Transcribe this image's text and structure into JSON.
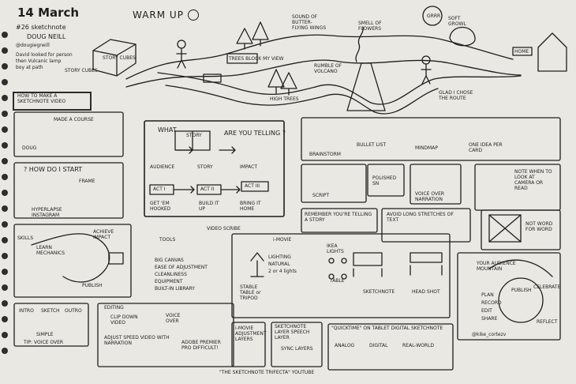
{
  "header": {
    "date": "14 March",
    "title": "WARM UP",
    "sketchnote_no": "#26 sketchnote",
    "author": "DOUG NEILL",
    "handle": "@dougiegneill",
    "story_cubes_caption": [
      "David looked for person",
      "then Vulcanic lamp",
      "boy at path",
      "STORY CUBES"
    ],
    "story_cubes_label": "STORY CUBES"
  },
  "warmup_scene": {
    "trees_block": "TREES BLOCK MY VIEW",
    "sound_butterflies": "SOUND OF BUTTER-FLYING WINGS",
    "smell_flowers": "SMELL OF FLOWERS",
    "grrr": "GRRR",
    "soft_growl": "SOFT GROWL",
    "home_sign": "HOME",
    "rumble": "RUMBLE OF VOLCANO",
    "high_trees": "HIGH TREES",
    "glad": "GLAD I CHOSE THE ROUTE"
  },
  "howto": {
    "title": "HOW TO MAKE A SKETCHNOTE VIDEO",
    "make_course": "MADE A COURSE",
    "doug": "DOUG",
    "how_start": "? HOW DO I START",
    "frame": "FRAME",
    "hyperlapse": "HYPERLAPSE INSTAGRAM"
  },
  "story": {
    "what": "WHAT",
    "story": "STORY",
    "are_you_telling": "ARE YOU TELLING ?",
    "audience": "AUDIENCE",
    "story_label": "STORY",
    "impact": "IMPACT",
    "act1": "ACT I",
    "act2": "ACT II",
    "act3": "ACT III",
    "get_hooked": "GET 'EM HOOKED",
    "build_up": "BUILD IT UP",
    "bring_home": "BRING IT HOME"
  },
  "methods": {
    "brainstorm": "BRAINSTORM",
    "bullet_list": "BULLET LIST",
    "mindmap": "MINDMAP",
    "one_idea": "ONE IDEA PER CARD",
    "script": "SCRIPT",
    "polished": "POLISHED SN",
    "voice_over": "VOICE OVER NARRATION",
    "note_when": "NOTE WHEN TO LOOK AT CAMERA OR READ",
    "remember": "REMEMBER YOU'RE TELLING A STORY",
    "avoid": "AVOID LONG STRETCHES OF TEXT",
    "not_word": "NOT WORD FOR WORD"
  },
  "skills": {
    "skills": "SKILLS",
    "learn": "LEARN MECHANICS",
    "achieve": "ACHIEVE IMPACT",
    "publish": "PUBLISH",
    "tools": "TOOLS",
    "video_scribe": "VIDEO SCRIBE",
    "list": [
      "BIG CANVAS",
      "EASE OF ADJUSTMENT",
      "CLEANLINESS",
      "EQUIPMENT",
      "BUILT-IN LIBRARY"
    ]
  },
  "imovie_setup": {
    "imovie": "i-MOVIE",
    "idea_lights": "IKEA LIGHTS",
    "lighting": [
      "LIGHTING",
      "NATURAL",
      "2 or 4 lights"
    ],
    "table": "TABLE",
    "stable": "STABLE TABLE or TRIPOD",
    "sketchnote": "SKETCHNOTE",
    "head_shot": "HEAD SHOT"
  },
  "audience_mountain": {
    "title": "YOUR AUDIENCE MOUNTAIN",
    "steps": [
      "PLAN",
      "RECORD",
      "EDIT",
      "SHARE"
    ],
    "publish": "PUBLISH",
    "celebrate": "CELEBRATE",
    "reflect": "REFLECT",
    "handle": "@kike_cortezv"
  },
  "bottom": {
    "intro": "INTRO",
    "sketch": "SKETCH",
    "outro": "OUTRO",
    "simple": "SIMPLE",
    "tip": "TIP: VOICE OVER",
    "editing": "EDITING",
    "clip_down": "CLIP DOWN VIDEO",
    "voice_over": "VOICE OVER",
    "adjust": "ADJUST SPEED VIDEO WITH NARRATION",
    "adobe": "ADOBE PREMIER PRO DIFFICULT!",
    "imovie_adjust": "i-MOVIE ADJUSTMENT LAYERS",
    "sketchnote_layer": "SKETCHNOTE LAYER SPEECH LAYER",
    "sync": "SYNC LAYERS",
    "quicktime": "\"QUICKTIME\" ON TABLET DIGITAL SKETCHNOTE",
    "analog": "ANALOG",
    "digital": "DIGITAL",
    "real_world": "REAL-WORLD",
    "trifecta": "\"THE SKETCHNOTE TRIFECTA\" YOUTUBE"
  },
  "colors": {
    "paper": "#e9e8e3",
    "ink": "#1e1e1e",
    "binding": "#2e2e2e"
  }
}
